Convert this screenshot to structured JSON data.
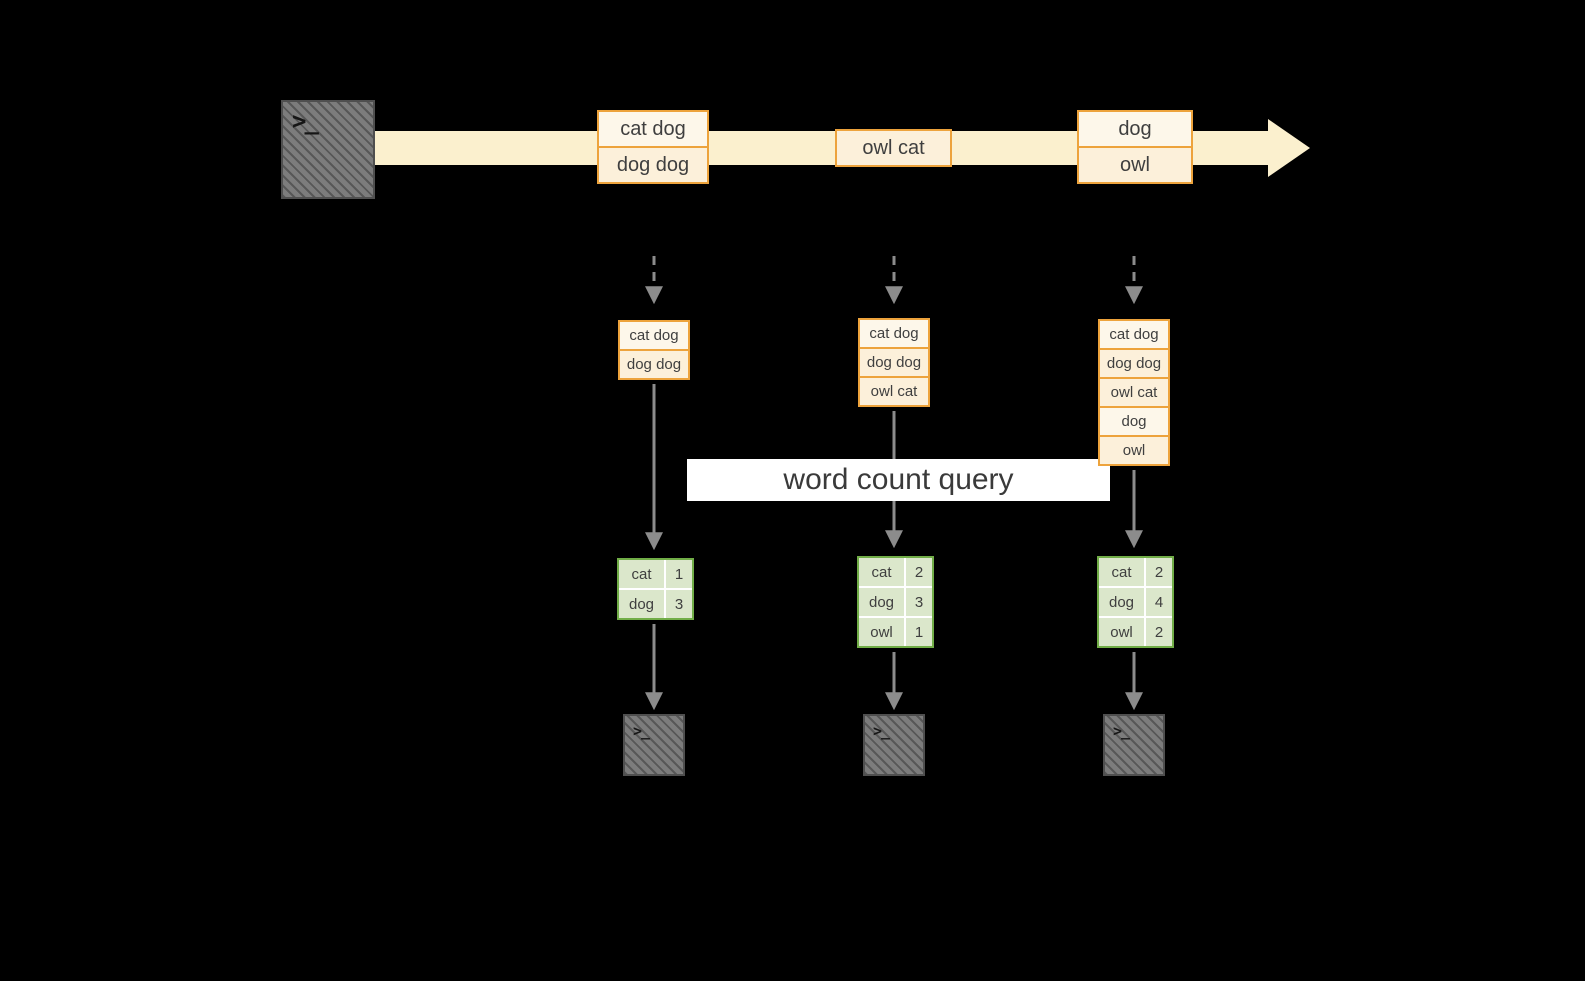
{
  "stream": {
    "events": [
      {
        "rows": [
          "cat dog",
          "dog dog"
        ]
      },
      {
        "rows": [
          "owl cat"
        ]
      },
      {
        "rows": [
          "dog",
          "owl"
        ]
      }
    ]
  },
  "windows": [
    {
      "rows": [
        "cat dog",
        "dog dog"
      ]
    },
    {
      "rows": [
        "cat dog",
        "dog dog",
        "owl cat"
      ]
    },
    {
      "rows": [
        "cat dog",
        "dog dog",
        "owl cat",
        "dog",
        "owl"
      ]
    }
  ],
  "query": {
    "label": "word count query"
  },
  "results": [
    {
      "rows": [
        {
          "word": "cat",
          "count": "1"
        },
        {
          "word": "dog",
          "count": "3"
        }
      ]
    },
    {
      "rows": [
        {
          "word": "cat",
          "count": "2"
        },
        {
          "word": "dog",
          "count": "3"
        },
        {
          "word": "owl",
          "count": "1"
        }
      ]
    },
    {
      "rows": [
        {
          "word": "cat",
          "count": "2"
        },
        {
          "word": "dog",
          "count": "4"
        },
        {
          "word": "owl",
          "count": "2"
        }
      ]
    }
  ],
  "icons": {
    "terminal_prompt": ">_"
  },
  "colors": {
    "background": "#000000",
    "stream_band": "#fbf0ce",
    "event_border": "#eda33c",
    "event_fill_light": "#fdf7ea",
    "event_fill": "#fcf0da",
    "result_border": "#71ad47",
    "result_fill": "#dbe7cb",
    "arrow": "#8c8c8c",
    "query_band": "#ffffff",
    "text": "#3f3f3f"
  }
}
